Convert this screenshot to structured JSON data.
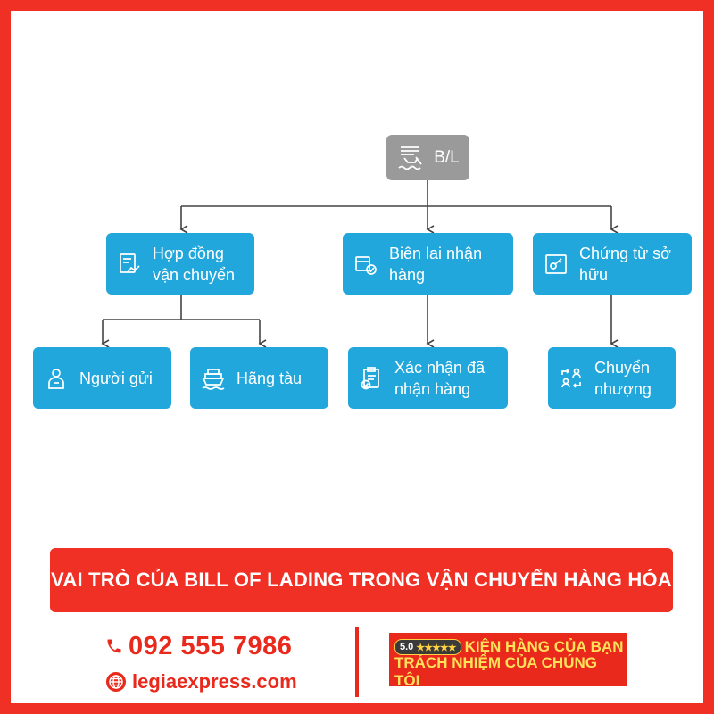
{
  "diagram": {
    "root": {
      "label": "B/L",
      "icon": "ship-document-icon"
    },
    "nodes": {
      "contract": {
        "label": "Hợp đồng vận chuyển",
        "icon": "contract-icon"
      },
      "receipt": {
        "label": "Biên lai nhận hàng",
        "icon": "package-check-icon"
      },
      "ownership": {
        "label": "Chứng từ sở hữu",
        "icon": "key-certificate-icon"
      },
      "sender": {
        "label": "Người gửi",
        "icon": "person-icon"
      },
      "carrier": {
        "label": "Hãng tàu",
        "icon": "cargo-ship-icon"
      },
      "confirm": {
        "label": "Xác nhận đã nhận hàng",
        "icon": "clipboard-check-icon"
      },
      "transfer": {
        "label": "Chuyển nhượng",
        "icon": "transfer-people-icon"
      }
    }
  },
  "banner": {
    "title": "VAI TRÒ CỦA BILL OF LADING TRONG VẬN CHUYỂN HÀNG HÓA"
  },
  "contact": {
    "phone": "092 555 7986",
    "phone_icon": "phone-icon",
    "website": "legiaexpress.com",
    "website_icon": "globe-icon"
  },
  "badge": {
    "rating": "5.0",
    "stars": "★★★★★",
    "line1": "KIỆN HÀNG CỦA BẠN",
    "line2": "TRÁCH NHIỆM CỦA CHÚNG TÔI"
  },
  "colors": {
    "frame": "#f03024",
    "node": "#22a7dc",
    "root": "#9a9a9a",
    "accent": "#e8291c",
    "badge_text": "#ffe15a"
  }
}
